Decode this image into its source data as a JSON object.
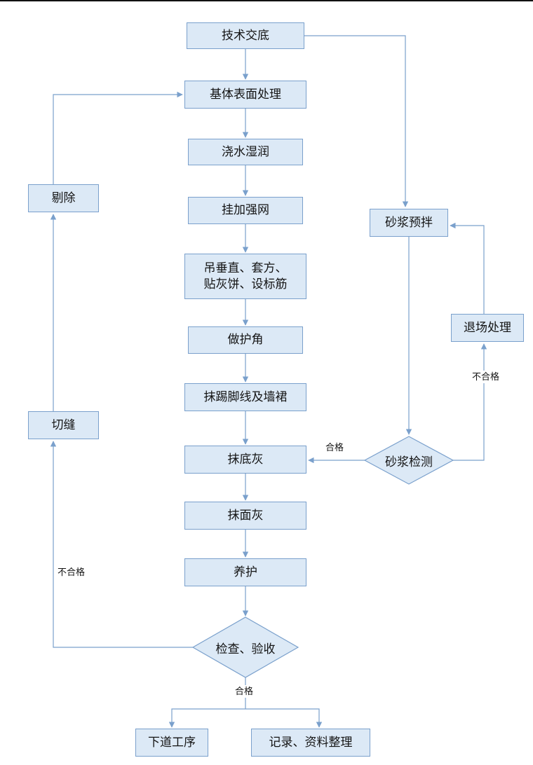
{
  "diagram": {
    "title": "plastering-construction-process-flowchart",
    "nodes": {
      "tech_disclosure": "技术交底",
      "surface_treatment": "基体表面处理",
      "watering": "浇水湿润",
      "mesh": "挂加强网",
      "plumb": "吊垂直、套方、\n贴灰饼、设标筋",
      "corner": "做护角",
      "skirting": "抹踢脚线及墙裙",
      "base_plaster": "抹底灰",
      "surface_plaster": "抹面灰",
      "curing": "养护",
      "inspection": "检查、验收",
      "next_process": "下道工序",
      "records": "记录、资料整理",
      "remove": "剔除",
      "cut_seam": "切缝",
      "mortar_premix": "砂浆预拌",
      "exit_processing": "退场处理",
      "mortar_testing": "砂浆检测"
    },
    "labels": {
      "mortar_qualified": "合格",
      "mortar_unqualified": "不合格",
      "inspection_unqualified": "不合格",
      "inspection_qualified": "合格"
    },
    "colors": {
      "node_fill": "#dce9f6",
      "node_border": "#7aa0cc",
      "connector": "#7aa0cc",
      "text": "#141414"
    }
  }
}
